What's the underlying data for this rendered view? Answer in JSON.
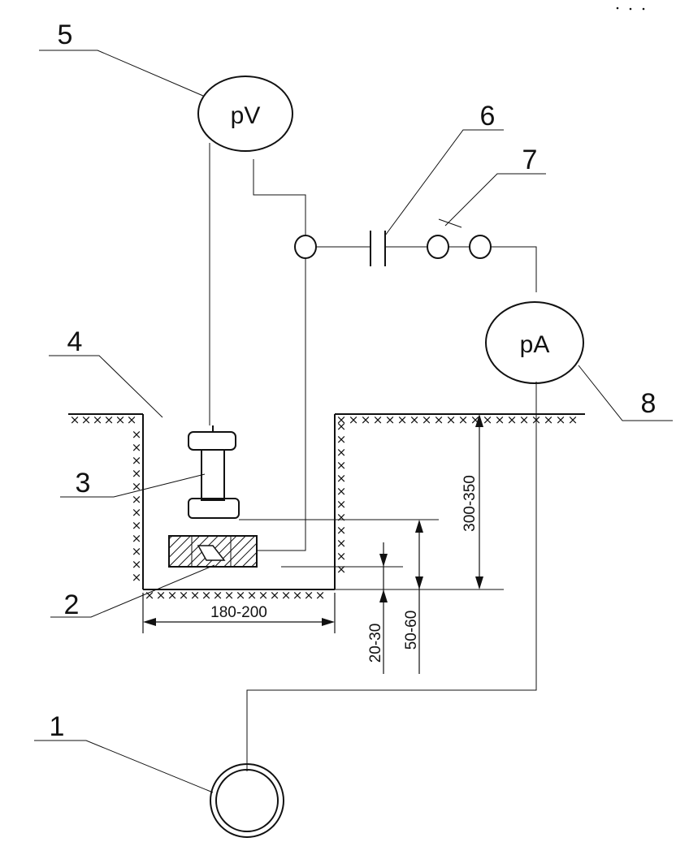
{
  "labels": {
    "n1": "1",
    "n2": "2",
    "n3": "3",
    "n4": "4",
    "n5": "5",
    "n6": "6",
    "n7": "7",
    "n8": "8"
  },
  "meters": {
    "voltmeter": "pV",
    "ammeter": "pA"
  },
  "dimensions": {
    "width": "180-200",
    "depth": "300-350",
    "small_gap": "20-30",
    "medium_gap": "50-60"
  },
  "hatch_symbol": "×"
}
